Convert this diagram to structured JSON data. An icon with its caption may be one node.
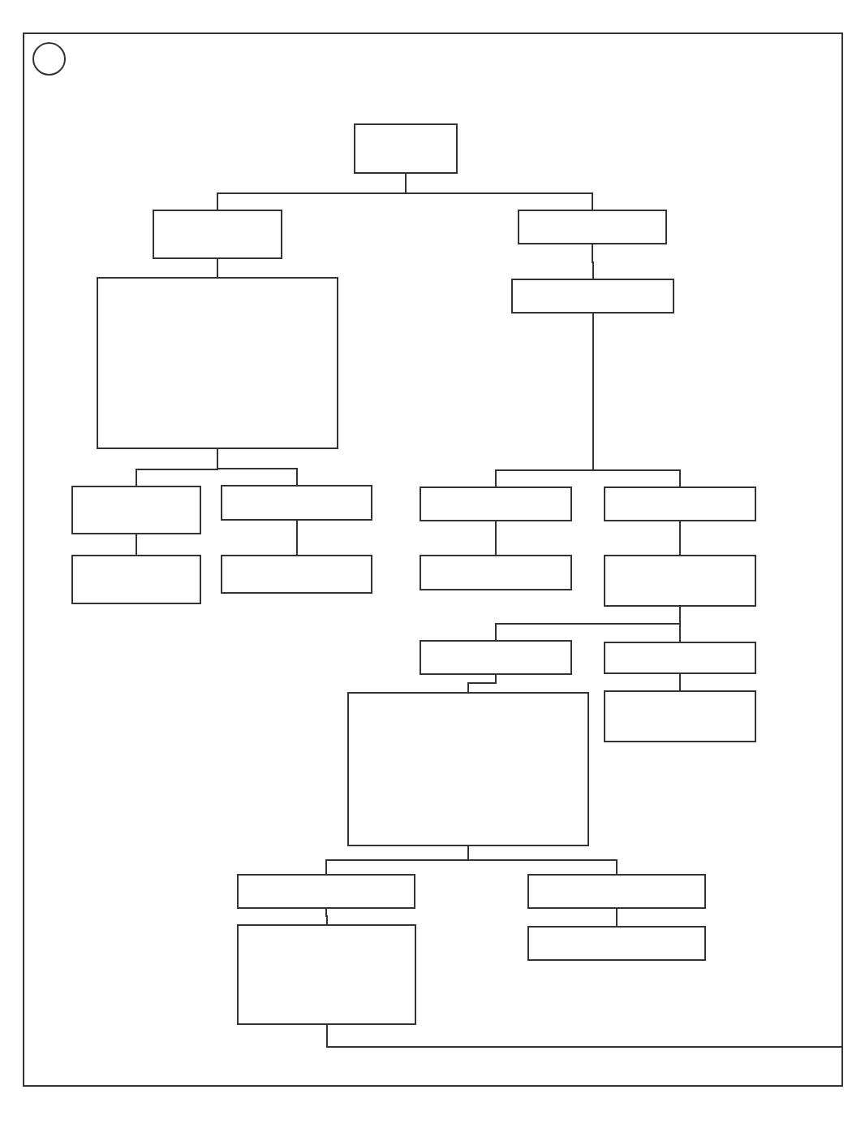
{
  "diagram": {
    "nodes": [
      {
        "text": [],
        "shape": "box"
      },
      {
        "text": [],
        "shape": "circle",
        "in": 0
      },
      {
        "text": [],
        "shape": "box",
        "in": 0
      },
      {
        "text": [],
        "shape": "box",
        "in": 0
      },
      {
        "text": [],
        "shape": "box",
        "in": 0
      },
      {
        "text": [],
        "shape": "box",
        "in": 0
      },
      {
        "text": [],
        "shape": "box",
        "in": 0
      },
      {
        "text": [],
        "shape": "box",
        "in": 0
      },
      {
        "text": [],
        "shape": "box",
        "in": 0
      },
      {
        "text": [],
        "shape": "box",
        "in": 0
      },
      {
        "text": [],
        "shape": "box",
        "in": 0
      },
      {
        "text": [],
        "shape": "box",
        "in": 0
      },
      {
        "text": [],
        "shape": "box",
        "in": 0
      },
      {
        "text": [],
        "shape": "box",
        "in": 0
      },
      {
        "text": [],
        "shape": "box",
        "in": 0
      },
      {
        "text": [],
        "shape": "box",
        "in": 0
      },
      {
        "text": [],
        "shape": "box",
        "in": 0
      },
      {
        "text": [],
        "shape": "box",
        "in": 0
      },
      {
        "text": [],
        "shape": "box",
        "in": 0
      },
      {
        "text": [],
        "shape": "box",
        "in": 0
      },
      {
        "text": [],
        "shape": "box",
        "in": 0
      },
      {
        "text": [],
        "shape": "box",
        "in": 0
      },
      {
        "text": [],
        "shape": "box",
        "in": 0
      }
    ],
    "edges": [
      {
        "from": 2,
        "to": 3,
        "arrow": "none"
      },
      {
        "from": 2,
        "to": 4,
        "arrow": "none"
      },
      {
        "from": 3,
        "to": 5,
        "arrow": "none"
      },
      {
        "from": 4,
        "to": 6,
        "arrow": "none"
      },
      {
        "from": 5,
        "to": 7,
        "arrow": "none"
      },
      {
        "from": 5,
        "to": 8,
        "arrow": "none"
      },
      {
        "from": 6,
        "to": 9,
        "arrow": "none"
      },
      {
        "from": 6,
        "to": 10,
        "arrow": "none"
      },
      {
        "from": 7,
        "to": 11,
        "arrow": "none"
      },
      {
        "from": 8,
        "to": 12,
        "arrow": "none"
      },
      {
        "from": 9,
        "to": 13,
        "arrow": "none"
      },
      {
        "from": 10,
        "to": 14,
        "arrow": "none"
      },
      {
        "from": 14,
        "to": 15,
        "arrow": "none"
      },
      {
        "from": 14,
        "to": 16,
        "arrow": "none"
      },
      {
        "from": 15,
        "to": 17,
        "arrow": "none"
      },
      {
        "from": 16,
        "to": 18,
        "arrow": "none"
      },
      {
        "from": 17,
        "to": 19,
        "arrow": "none"
      },
      {
        "from": 17,
        "to": 20,
        "arrow": "none"
      },
      {
        "from": 19,
        "to": 21,
        "arrow": "none"
      },
      {
        "from": 20,
        "to": 22,
        "arrow": "none"
      },
      {
        "from": 21,
        "to": 0,
        "arrow": "none"
      }
    ]
  }
}
